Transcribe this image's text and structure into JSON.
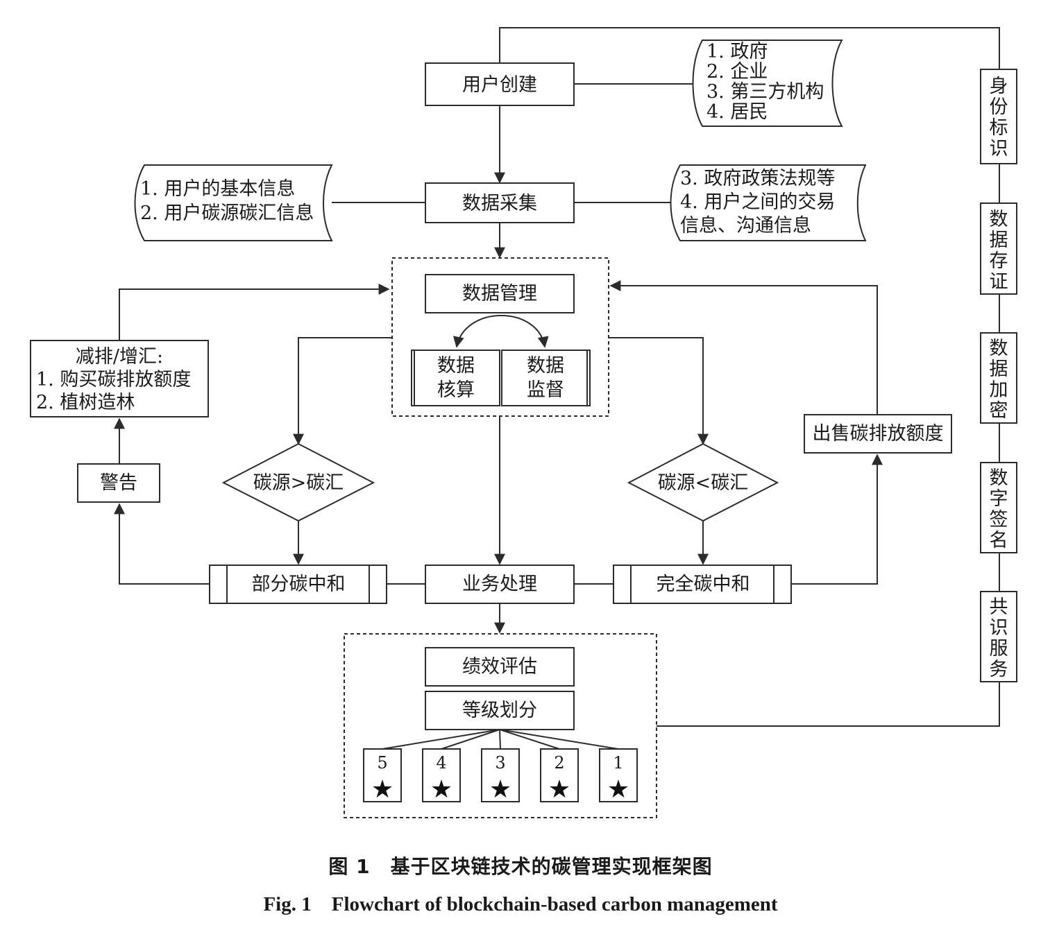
{
  "nodes": {
    "user_create": "用户创建",
    "user_types": [
      "1. 政府",
      "2. 企业",
      "3. 第三方机构",
      "4. 居民"
    ],
    "data_collect": "数据采集",
    "collect_left": [
      "1. 用户的基本信息",
      "2. 用户碳源碳汇信息"
    ],
    "collect_right": [
      "3. 政府政策法规等",
      "4. 用户之间的交易",
      "信息、沟通信息"
    ],
    "data_manage": "数据管理",
    "data_accounting": [
      "数据",
      "核算"
    ],
    "data_supervise": [
      "数据",
      "监督"
    ],
    "reduce_box": [
      "减排/增汇:",
      "1. 购买碳排放额度",
      "2. 植树造林"
    ],
    "warning": "警告",
    "source_gt_sink": "碳源>碳汇",
    "source_lt_sink": "碳源<碳汇",
    "sell_quota": "出售碳排放额度",
    "partial_neutral": "部分碳中和",
    "business": "业务处理",
    "full_neutral": "完全碳中和",
    "performance": "绩效评估",
    "grading": "等级划分",
    "grades": [
      "5",
      "4",
      "3",
      "2",
      "1"
    ],
    "star_glyph": "★",
    "sidebar": [
      [
        "身",
        "份",
        "标",
        "识"
      ],
      [
        "数",
        "据",
        "存",
        "证"
      ],
      [
        "数",
        "据",
        "加",
        "密"
      ],
      [
        "数",
        "字",
        "签",
        "名"
      ],
      [
        "共",
        "识",
        "服",
        "务"
      ]
    ]
  },
  "caption": {
    "chinese": "图 1　基于区块链技术的碳管理实现框架图",
    "english": "Fig. 1　Flowchart of blockchain-based carbon management"
  },
  "colors": {
    "stroke": "#2b2b2b",
    "text": "#1a1a1a",
    "background": "#ffffff"
  }
}
